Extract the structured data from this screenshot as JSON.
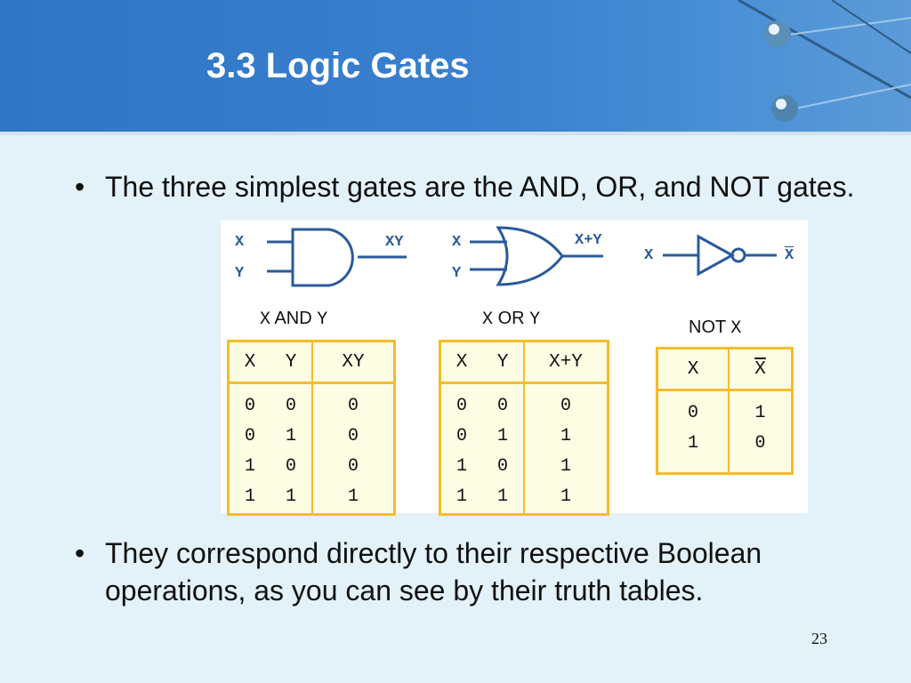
{
  "slide": {
    "title": "3.3 Logic Gates",
    "page_number": "23",
    "colors": {
      "header": "#3a80ce",
      "table_border": "#f5bc2a",
      "table_fill": "#fdfde4",
      "body_bg": "#e3f1f8"
    }
  },
  "bullets": [
    {
      "marker": "•",
      "text": "The three simplest gates are the AND, OR, and NOT gates."
    },
    {
      "marker": "•",
      "text": "They correspond directly to their respective Boolean operations, as you can see by their truth tables."
    }
  ],
  "gates": {
    "and": {
      "input_x": "X",
      "input_y": "Y",
      "output": "XY",
      "caption": {
        "a": "X",
        "op": "AND",
        "b": "Y"
      },
      "table": {
        "headers": [
          "X",
          "Y",
          "XY"
        ],
        "col_x": [
          "0",
          "0",
          "1",
          "1"
        ],
        "col_y": [
          "0",
          "1",
          "0",
          "1"
        ],
        "col_out": [
          "0",
          "0",
          "0",
          "1"
        ]
      }
    },
    "or": {
      "input_x": "X",
      "input_y": "Y",
      "output": "X+Y",
      "caption": {
        "a": "X",
        "op": "OR",
        "b": "Y"
      },
      "table": {
        "headers": [
          "X",
          "Y",
          "X+Y"
        ],
        "col_x": [
          "0",
          "0",
          "1",
          "1"
        ],
        "col_y": [
          "0",
          "1",
          "0",
          "1"
        ],
        "col_out": [
          "0",
          "1",
          "1",
          "1"
        ]
      }
    },
    "not": {
      "input_x": "X",
      "output": "X",
      "caption": {
        "op": "NOT",
        "a": "X"
      },
      "table": {
        "headers": [
          "X",
          "X"
        ],
        "col_x": [
          "0",
          "1"
        ],
        "col_out": [
          "1",
          "0"
        ]
      }
    }
  }
}
